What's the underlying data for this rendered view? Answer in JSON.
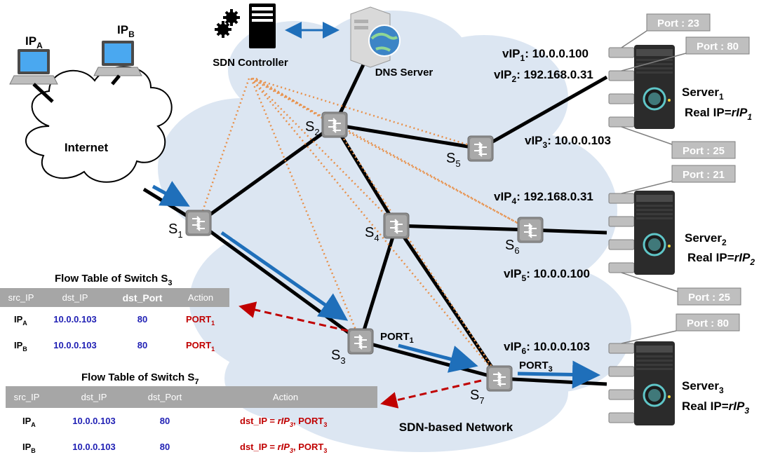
{
  "labels": {
    "ipa_base": "IP",
    "ipa_sub": "A",
    "ipb_base": "IP",
    "ipb_sub": "B",
    "internet": "Internet",
    "sdn_controller": "SDN Controller",
    "dns_server": "DNS Server",
    "network": "SDN-based  Network"
  },
  "switches": [
    {
      "id": "s1",
      "base": "S",
      "sub": "1"
    },
    {
      "id": "s2",
      "base": "S",
      "sub": "2"
    },
    {
      "id": "s3",
      "base": "S",
      "sub": "3"
    },
    {
      "id": "s4",
      "base": "S",
      "sub": "4"
    },
    {
      "id": "s5",
      "base": "S",
      "sub": "5"
    },
    {
      "id": "s6",
      "base": "S",
      "sub": "6"
    },
    {
      "id": "s7",
      "base": "S",
      "sub": "7"
    }
  ],
  "vips": [
    {
      "base": "vIP",
      "sub": "1",
      "value": ": 10.0.0.100"
    },
    {
      "base": "vIP",
      "sub": "2",
      "value": ": 192.168.0.31"
    },
    {
      "base": "vIP",
      "sub": "3",
      "value": ": 10.0.0.103"
    },
    {
      "base": "vIP",
      "sub": "4",
      "value": ": 192.168.0.31"
    },
    {
      "base": "vIP",
      "sub": "5",
      "value": ": 10.0.0.100"
    },
    {
      "base": "vIP",
      "sub": "6",
      "value": ": 10.0.0.103"
    }
  ],
  "ports": [
    "Port : 23",
    "Port : 80",
    "Port : 25",
    "Port : 21",
    "Port : 25",
    "Port : 80"
  ],
  "servers": [
    {
      "name": "Server",
      "sub": "1",
      "real_prefix": "Real IP=",
      "real_ip": "rIP",
      "real_sub": "1"
    },
    {
      "name": "Server",
      "sub": "2",
      "real_prefix": "Real IP=",
      "real_ip": "rIP",
      "real_sub": "2"
    },
    {
      "name": "Server",
      "sub": "3",
      "real_prefix": "Real IP=",
      "real_ip": "rIP",
      "real_sub": "3"
    }
  ],
  "port_labels": [
    {
      "base": "PORT",
      "sub": "1"
    },
    {
      "base": "PORT",
      "sub": "3"
    }
  ],
  "flow_table_s3": {
    "title_base": "Flow Table of Switch  S",
    "title_sub": "3",
    "headers": [
      "src_IP",
      "dst_IP",
      "dst_Port",
      "Action"
    ],
    "rows": [
      {
        "src_base": "IP",
        "src_sub": "A",
        "dst_ip": "10.0.0.103",
        "dst_port": "80",
        "action_base": "PORT",
        "action_sub": "1"
      },
      {
        "src_base": "IP",
        "src_sub": "B",
        "dst_ip": "10.0.0.103",
        "dst_port": "80",
        "action_base": "PORT",
        "action_sub": "1"
      }
    ]
  },
  "flow_table_s7": {
    "title_base": "Flow Table of Switch  S",
    "title_sub": "7",
    "headers": [
      "src_IP",
      "dst_IP",
      "dst_Port",
      "Action"
    ],
    "rows": [
      {
        "src_base": "IP",
        "src_sub": "A",
        "dst_ip": "10.0.0.103",
        "dst_port": "80",
        "action_prefix": "dst_IP = ",
        "action_rip": "rIP",
        "action_rip_sub": "3",
        "action_mid": ", ",
        "action_port": "PORT",
        "action_port_sub": "3"
      },
      {
        "src_base": "IP",
        "src_sub": "B",
        "dst_ip": "10.0.0.103",
        "dst_port": "80",
        "action_prefix": "dst_IP = ",
        "action_rip": "rIP",
        "action_rip_sub": "3",
        "action_mid": ", ",
        "action_port": "PORT",
        "action_port_sub": "3"
      }
    ]
  },
  "colors": {
    "cloud": "#dce6f2",
    "link": "#000000",
    "control": "#e8914b",
    "flow_arrow": "#1f6fba",
    "return_arrow": "#c00000",
    "table_header": "#a6a6a6",
    "dst_blue": "#1f1fb4",
    "action_red": "#c00000",
    "port_box": "#bfbfbf"
  }
}
